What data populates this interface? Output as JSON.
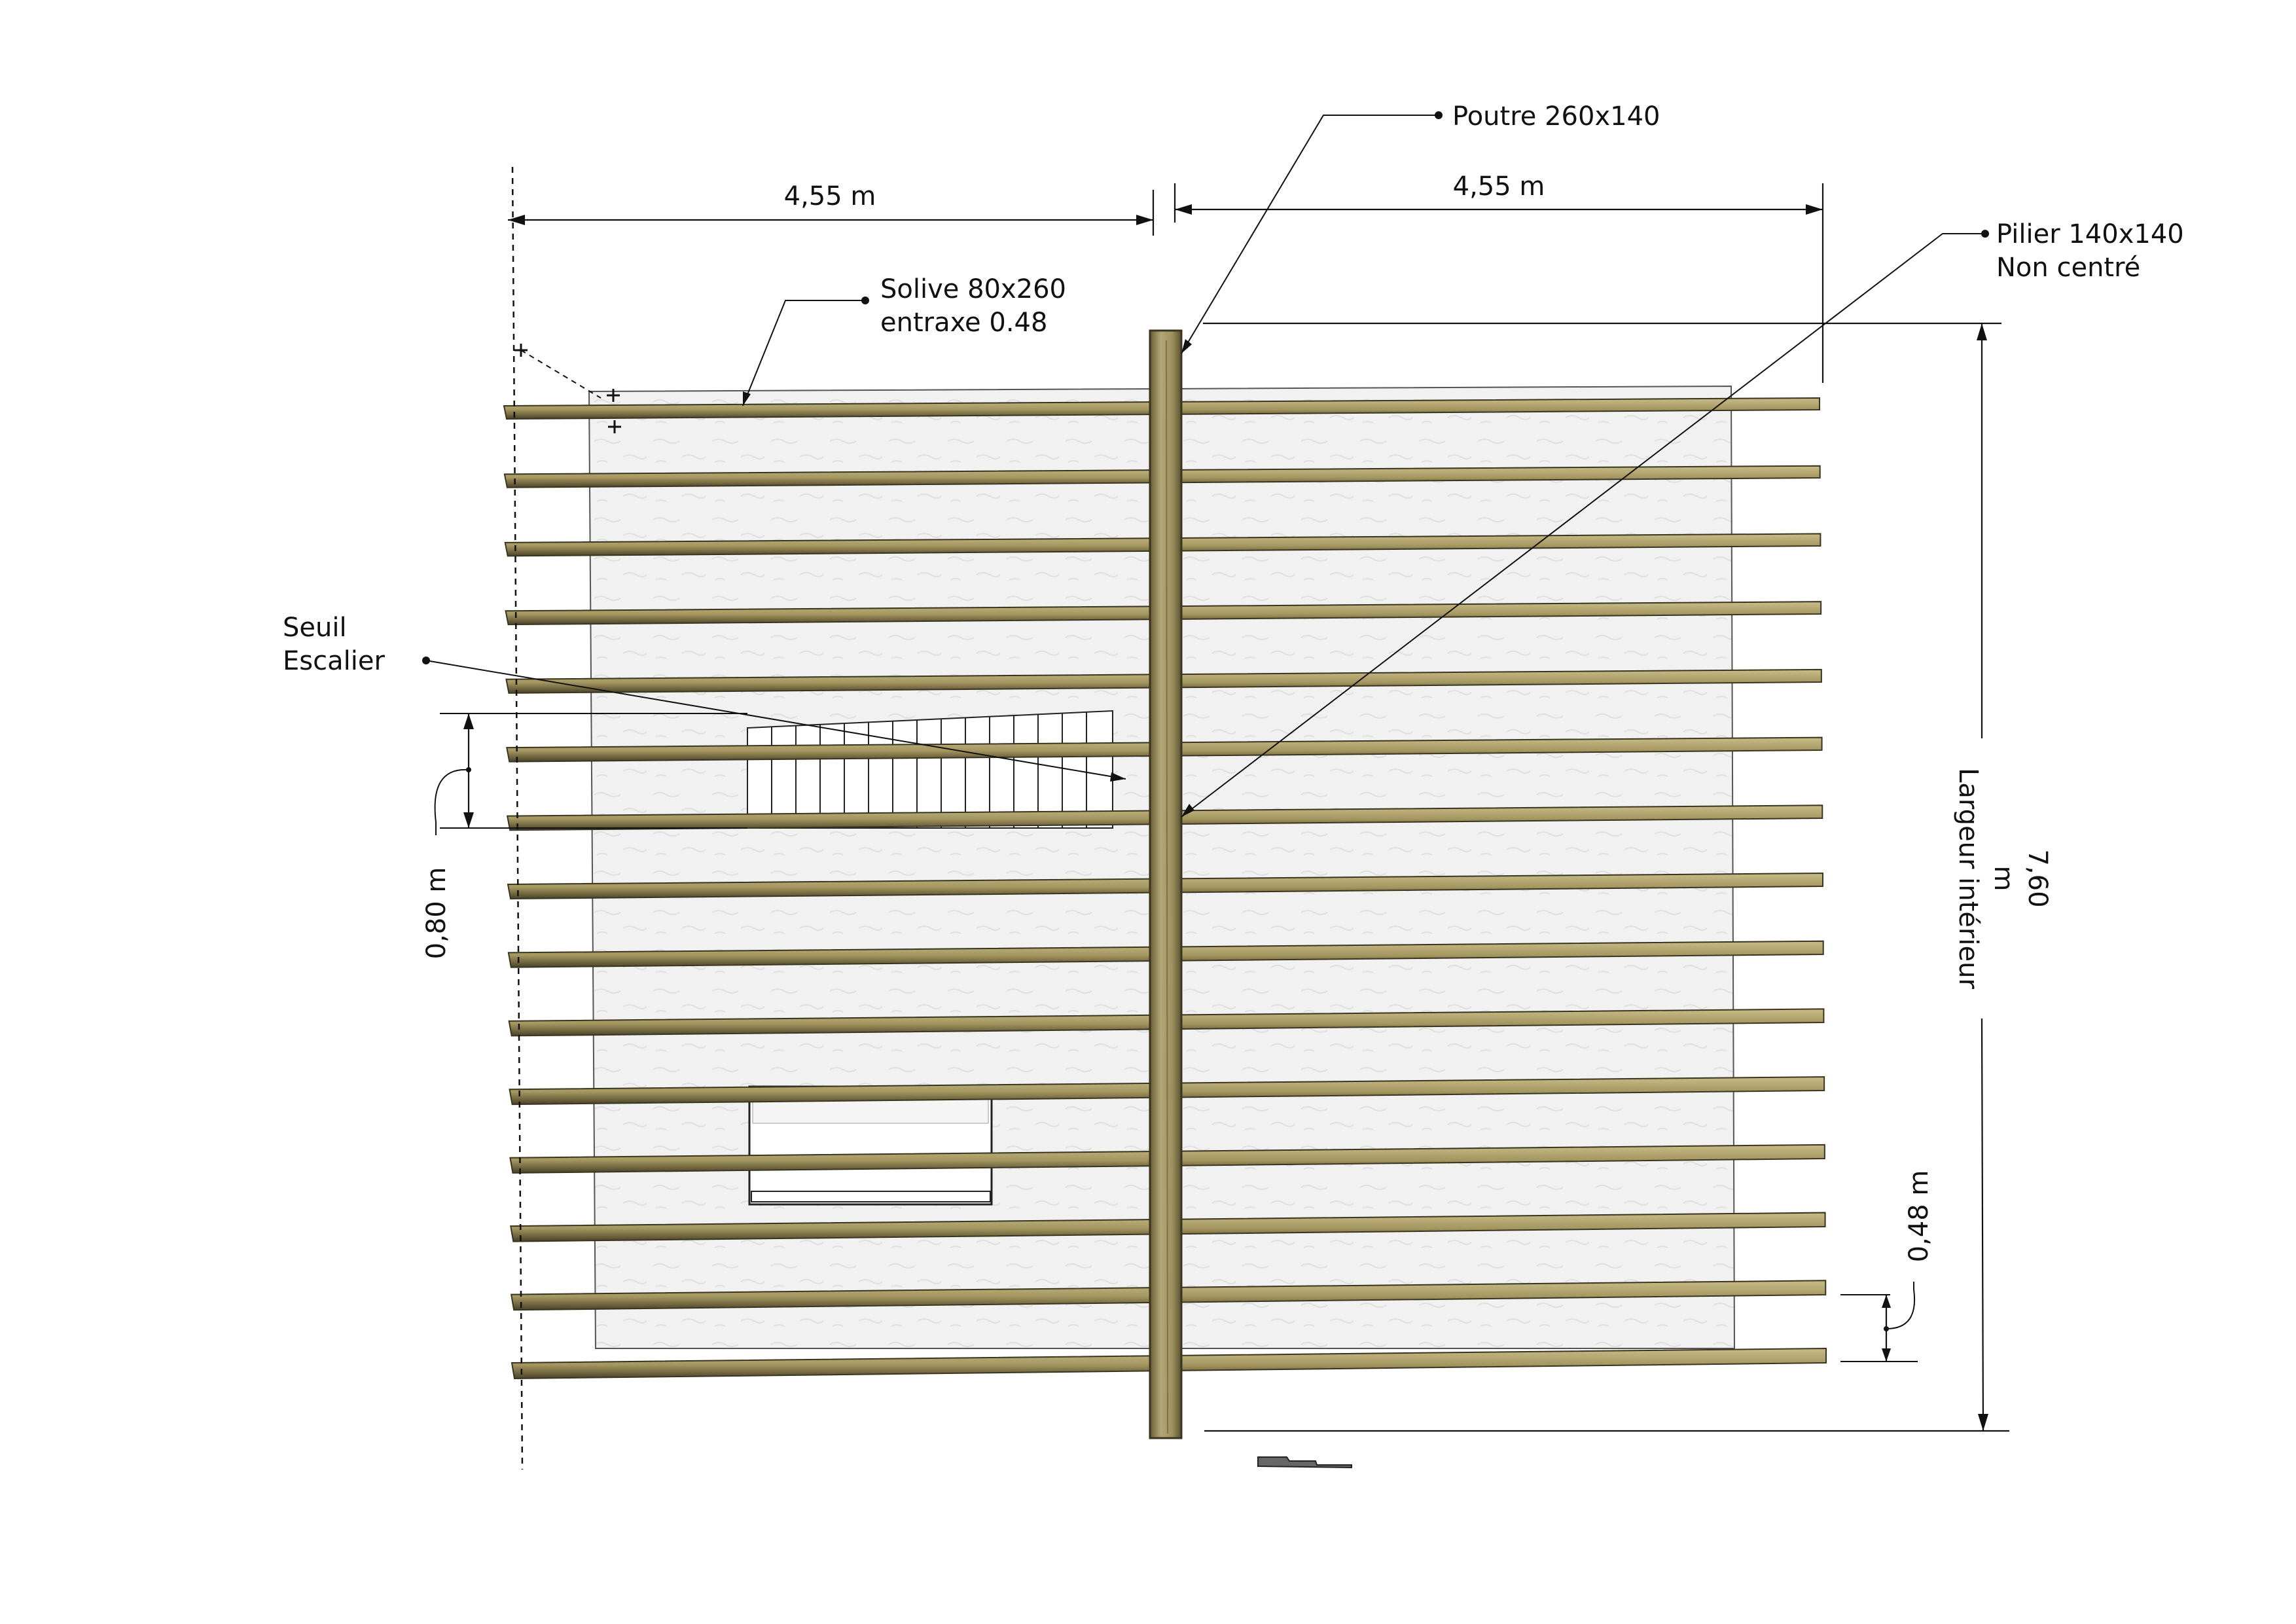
{
  "dimensions": {
    "left_width": "4,55 m",
    "right_width": "4,55 m",
    "opening_height": "0,80 m",
    "joist_spacing": "0,48 m",
    "height_value": "7,60",
    "height_unit": "m",
    "height_caption": "Largeur intérieur"
  },
  "callouts": {
    "beam": "Poutre 260x140",
    "pillar_line1": "Pilier 140x140",
    "pillar_line2": "Non centré",
    "joist_line1": "Solive 80x260",
    "joist_line2": "entraxe 0.48",
    "stair_line1": "Seuil",
    "stair_line2": "Escalier"
  },
  "colors": {
    "wood_light": "#b3a674",
    "wood_dark": "#5b5132",
    "slab": "#efefef"
  }
}
